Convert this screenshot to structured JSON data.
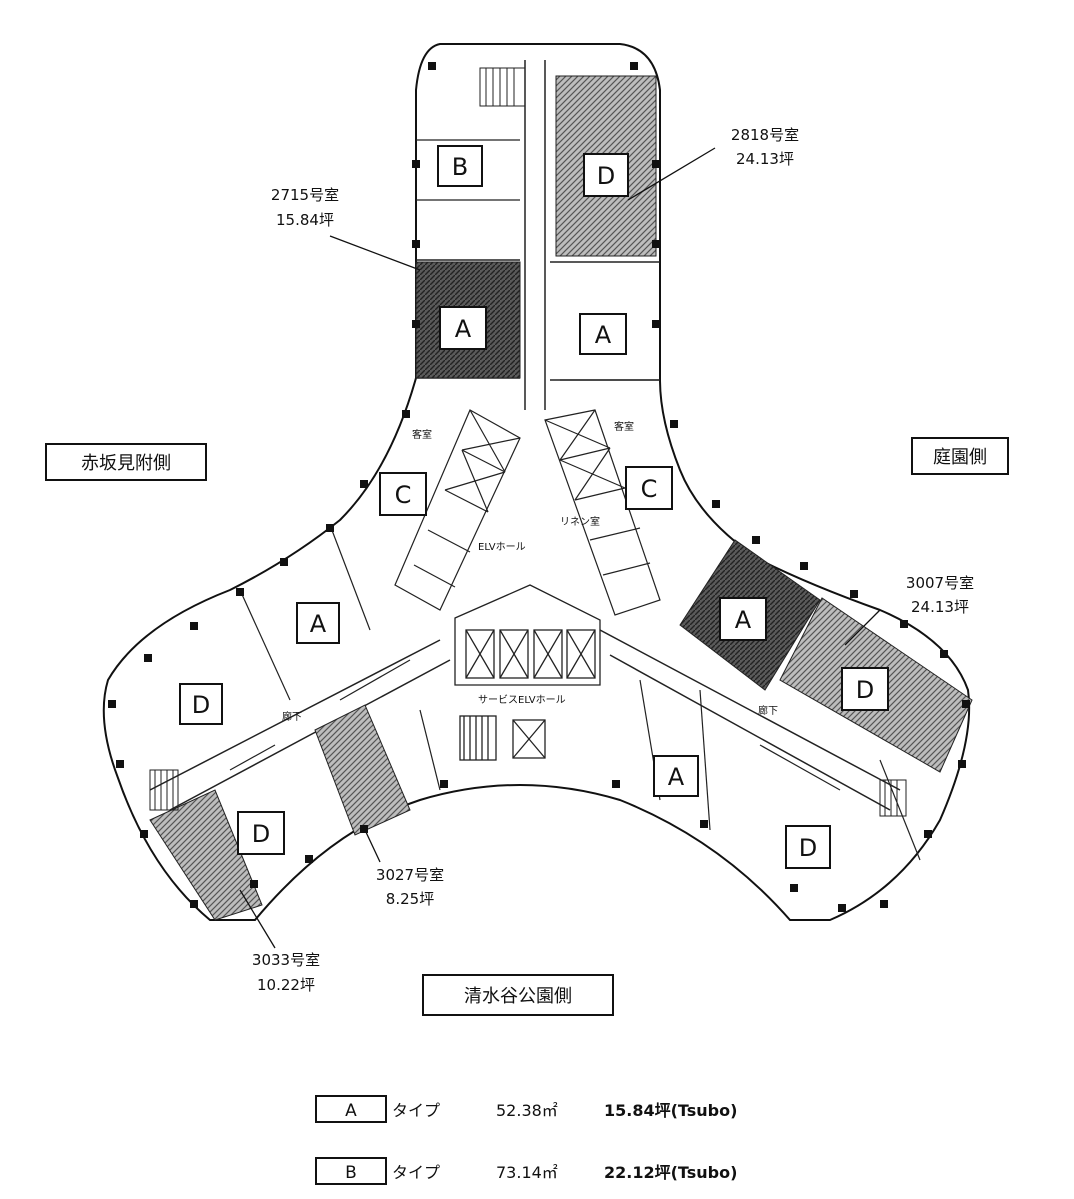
{
  "sides": {
    "akasaka": "赤坂見附側",
    "teien": "庭園側",
    "shimizudani": "清水谷公園側"
  },
  "callouts": {
    "r2818_room": "2818号室",
    "r2818_size": "24.13坪",
    "r2715_room": "2715号室",
    "r2715_size": "15.84坪",
    "r3007_room": "3007号室",
    "r3007_size": "24.13坪",
    "r3027_room": "3027号室",
    "r3027_size": "8.25坪",
    "r3033_room": "3033号室",
    "r3033_size": "10.22坪"
  },
  "plan_labels": {
    "elv_hall": "ELVホール",
    "service_elv_hall": "サービスELVホール",
    "corridor": "廊下",
    "guest_room": "客室",
    "linen": "リネン室"
  },
  "unit_types": {
    "A": "A",
    "B": "B",
    "C": "C",
    "D": "D"
  },
  "legend": [
    {
      "letter": "A",
      "type": "タイプ",
      "area": "52.38㎡",
      "tsubo": "15.84坪(Tsubo)"
    },
    {
      "letter": "B",
      "type": "タイプ",
      "area": "73.14㎡",
      "tsubo": "22.12坪(Tsubo)"
    }
  ]
}
